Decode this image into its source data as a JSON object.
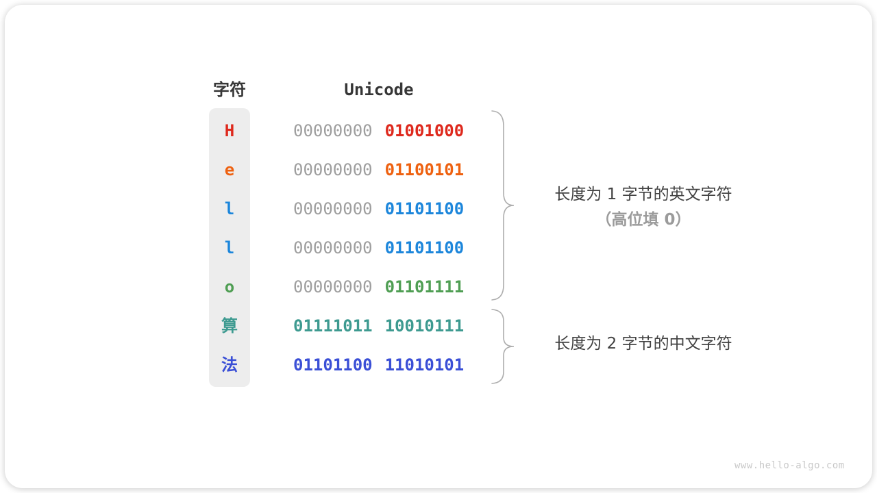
{
  "table": {
    "char_header": "字符",
    "unicode_header": "Unicode",
    "rows": [
      {
        "char": "H",
        "char_color": "#de291d",
        "byte1": "00000000",
        "byte1_color": "#9e9e9e",
        "byte1_bold": false,
        "byte2": "01001000",
        "byte2_color": "#de291d"
      },
      {
        "char": "e",
        "char_color": "#ee6110",
        "byte1": "00000000",
        "byte1_color": "#9e9e9e",
        "byte1_bold": false,
        "byte2": "01100101",
        "byte2_color": "#ee6110"
      },
      {
        "char": "l",
        "char_color": "#1c86db",
        "byte1": "00000000",
        "byte1_color": "#9e9e9e",
        "byte1_bold": false,
        "byte2": "01101100",
        "byte2_color": "#1c86db"
      },
      {
        "char": "l",
        "char_color": "#1c86db",
        "byte1": "00000000",
        "byte1_color": "#9e9e9e",
        "byte1_bold": false,
        "byte2": "01101100",
        "byte2_color": "#1c86db"
      },
      {
        "char": "o",
        "char_color": "#4f9e53",
        "byte1": "00000000",
        "byte1_color": "#9e9e9e",
        "byte1_bold": false,
        "byte2": "01101111",
        "byte2_color": "#4f9e53"
      },
      {
        "char": "算",
        "char_color": "#3d9a90",
        "byte1": "01111011",
        "byte1_color": "#3d9a90",
        "byte1_bold": true,
        "byte2": "10010111",
        "byte2_color": "#3d9a90"
      },
      {
        "char": "法",
        "char_color": "#3a4fd6",
        "byte1": "01101100",
        "byte1_color": "#3a4fd6",
        "byte1_bold": true,
        "byte2": "11010101",
        "byte2_color": "#3a4fd6"
      }
    ]
  },
  "annotations": [
    {
      "line1": "长度为 1 字节的英文字符",
      "line2": "（高位填 0）"
    },
    {
      "line1": "长度为 2 字节的中文字符",
      "line2": ""
    }
  ],
  "watermark": "www.hello-algo.com",
  "colors": {
    "binary_gray": "#9e9e9e",
    "column_bg": "#ededed",
    "brace": "#adadad",
    "label_text": "#424242",
    "label_sub": "#9b9b9b",
    "header_text": "#363636",
    "watermark": "#c9c9c9"
  }
}
